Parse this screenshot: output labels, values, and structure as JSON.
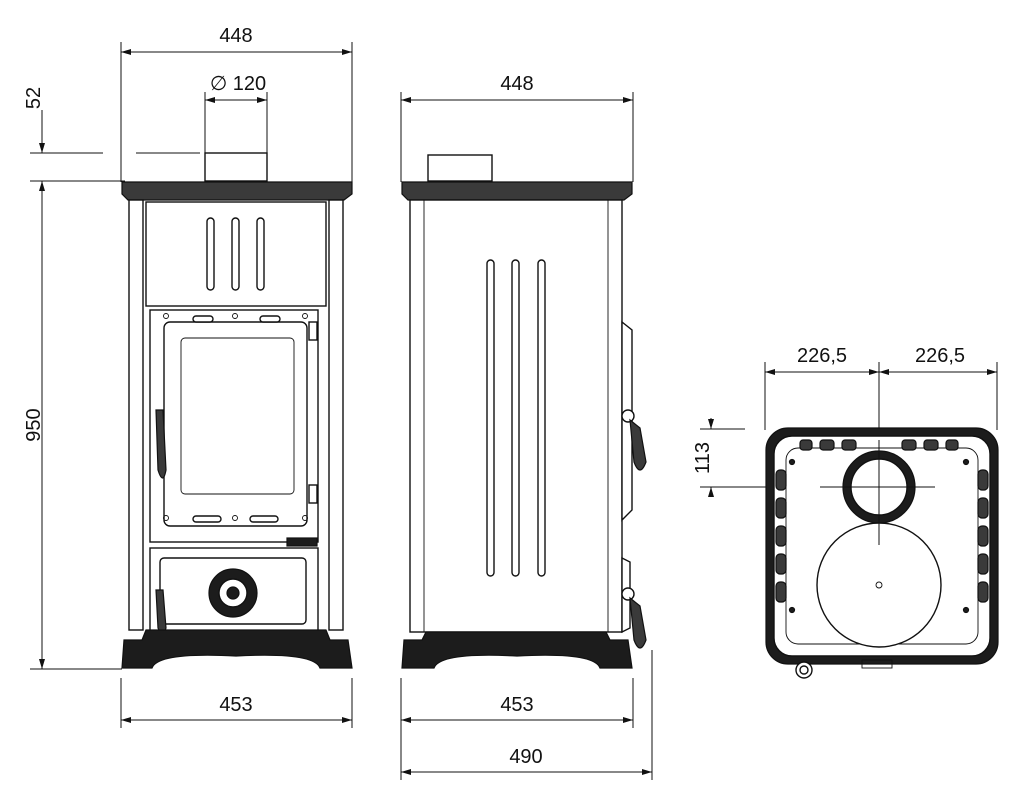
{
  "front_view": {
    "top_width": "448",
    "flue_diameter": "∅ 120",
    "collar_height": "52",
    "height": "950",
    "base_width": "453"
  },
  "side_view": {
    "top_width": "448",
    "base_width": "453",
    "depth": "490"
  },
  "top_view": {
    "half_width_left": "226,5",
    "half_width_right": "226,5",
    "flue_offset": "113"
  }
}
